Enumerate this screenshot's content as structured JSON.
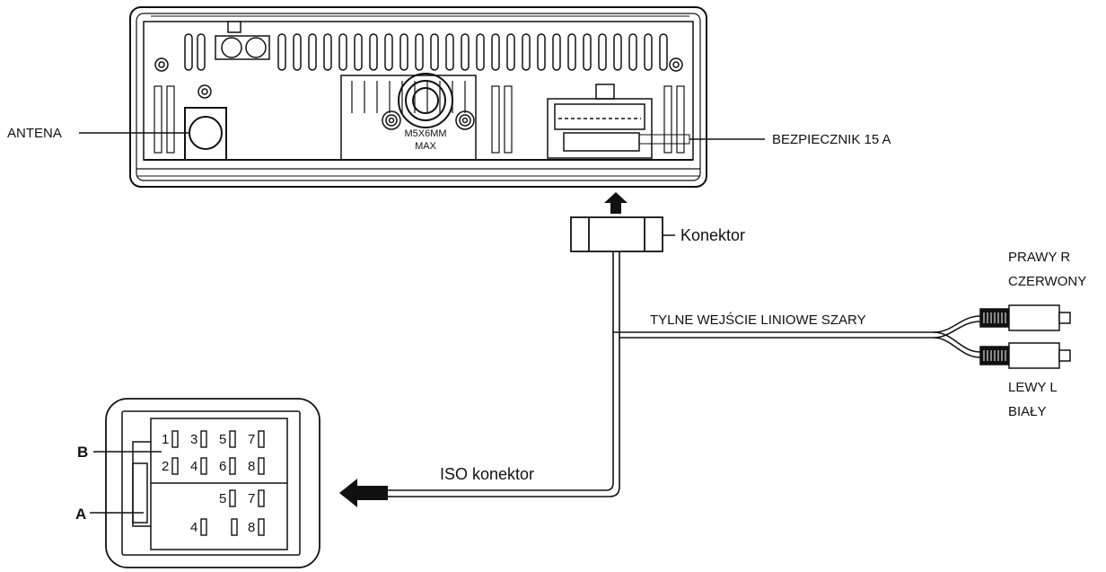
{
  "labels": {
    "antenna": "ANTENA",
    "fuse": "BEZPIECZNIK 15 A",
    "connector": "Konektor",
    "right_channel_1": "PRAWY  R",
    "right_channel_2": "CZERWONY",
    "rear_line_in": "TYLNE WEJŚCIE LINIOWE  SZARY",
    "left_channel_1": "LEWY  L",
    "left_channel_2": "BIAŁY",
    "iso_connector": "ISO konektor",
    "block_b": "B",
    "block_a": "A",
    "screw_label_1": "M5X6MM",
    "screw_label_2": "MAX",
    "pins_b": [
      "1",
      "3",
      "5",
      "7",
      "2",
      "4",
      "6",
      "8"
    ],
    "pins_a": [
      "5",
      "7",
      "4",
      "8"
    ]
  },
  "colors": {
    "line": "#111111",
    "fill": "#ffffff"
  }
}
